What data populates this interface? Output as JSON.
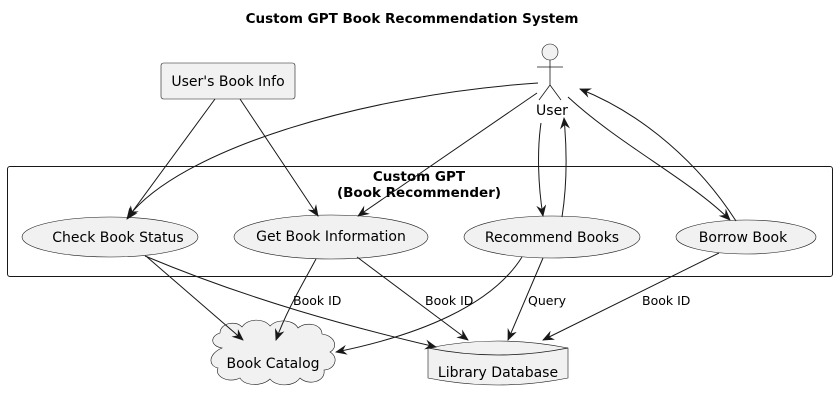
{
  "title": "Custom GPT Book Recommendation System",
  "boundary": {
    "title_line1": "Custom GPT",
    "title_line2": "(Book Recommender)"
  },
  "nodes": {
    "user": "User",
    "users_book_info": "User's Book Info",
    "check_status": "Check Book Status",
    "get_info": "Get Book Information",
    "recommend": "Recommend Books",
    "borrow": "Borrow Book",
    "catalog": "Book Catalog",
    "database": "Library Database"
  },
  "edge_labels": {
    "get_info_to_catalog": "Book ID",
    "get_info_to_database": "Book ID",
    "recommend_to_database": "Query",
    "borrow_to_database": "Book ID"
  }
}
